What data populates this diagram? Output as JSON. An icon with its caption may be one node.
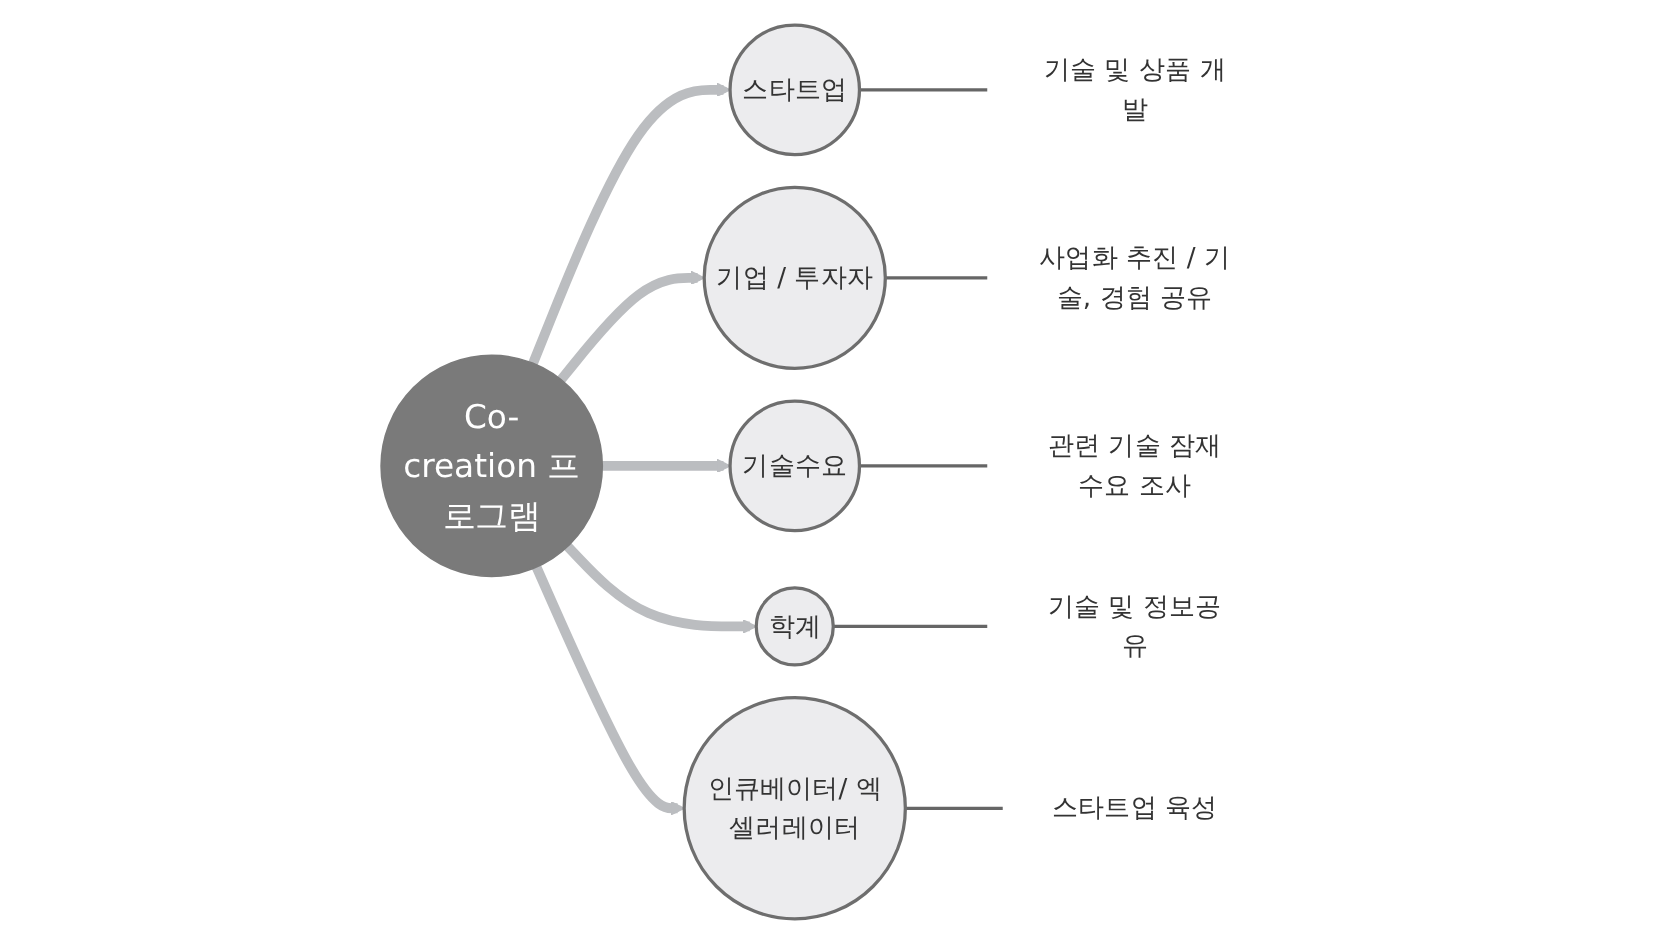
{
  "diagram": {
    "nodes": [
      {
        "text": [
          "Co-creation 프로그램"
        ]
      },
      {
        "text": [
          "스타트업"
        ]
      },
      {
        "text": [
          "기업 / 투자자"
        ]
      },
      {
        "text": [
          "기술수요"
        ]
      },
      {
        "text": [
          "학계"
        ]
      },
      {
        "text": [
          "인큐베이터/ 엑셀러레이터"
        ]
      },
      {
        "text": [
          "기술 및 상품 개발"
        ]
      },
      {
        "text": [
          "사업화 추진 / 기술, 경험 공유"
        ]
      },
      {
        "text": [
          "관련 기술 잠재수요 조사"
        ]
      },
      {
        "text": [
          "기술 및 정보공유"
        ]
      },
      {
        "text": [
          "스타트업 육성"
        ]
      }
    ],
    "edges": [
      {
        "from": 0,
        "to": 1,
        "arrow": "to",
        "style": "thick",
        "color": "#bbbdc0"
      },
      {
        "from": 0,
        "to": 2,
        "arrow": "to",
        "style": "thick",
        "color": "#bbbdc0"
      },
      {
        "from": 0,
        "to": 3,
        "arrow": "to",
        "style": "thick",
        "color": "#bbbdc0"
      },
      {
        "from": 0,
        "to": 4,
        "arrow": "to",
        "style": "thick",
        "color": "#bbbdc0"
      },
      {
        "from": 0,
        "to": 5,
        "arrow": "to",
        "style": "thick",
        "color": "#bbbdc0"
      },
      {
        "from": 1,
        "to": 6,
        "arrow": "none"
      },
      {
        "from": 2,
        "to": 7,
        "arrow": "none"
      },
      {
        "from": 3,
        "to": 8,
        "arrow": "none"
      },
      {
        "from": 4,
        "to": 9,
        "arrow": "none"
      },
      {
        "from": 5,
        "to": 10,
        "arrow": "none"
      }
    ]
  }
}
